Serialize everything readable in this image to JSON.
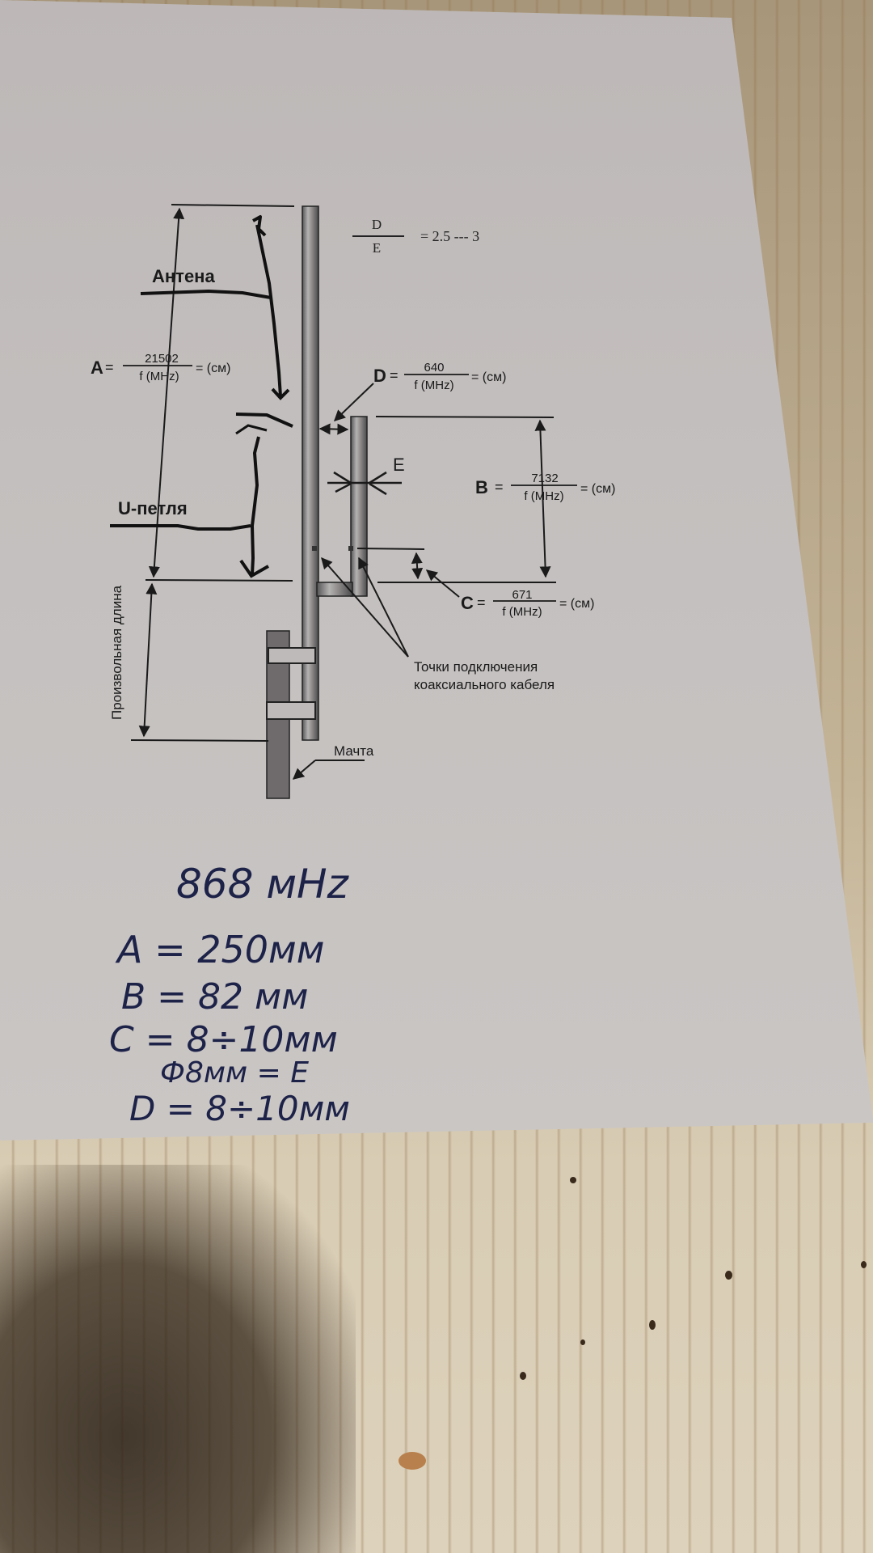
{
  "scene": {
    "description": "Photo of a printed antenna diagram on paper lying on a wooden table, with handwritten dimensions",
    "colors": {
      "paper": "#c3bfbe",
      "wood": "#c8b89c",
      "ink_print": "#1a1a1a",
      "ink_hand": "#1d2248",
      "pipe": "#8c8c8c",
      "mast": "#6e6a6c"
    }
  },
  "diagram": {
    "ratio_formula": {
      "numerator": "D",
      "denominator": "E",
      "value": "= 2.5 --- 3"
    },
    "labels": {
      "antenna": "Антена",
      "u_loop": "U-петля",
      "arbitrary_length": "Произвольная длина",
      "mast": "Мачта",
      "connection_points_line1": "Точки подключения",
      "connection_points_line2": "коаксиального кабеля",
      "e_marker": "E"
    },
    "formulas": [
      {
        "id": "A",
        "letter": "A",
        "numerator": "21502",
        "denominator": "f (MHz)",
        "result": "= (см)"
      },
      {
        "id": "D",
        "letter": "D",
        "numerator": "640",
        "denominator": "f (MHz)",
        "result": "= (см)"
      },
      {
        "id": "B",
        "letter": "B",
        "numerator": "7132",
        "denominator": "f (MHz)",
        "result": "= (см)"
      },
      {
        "id": "C",
        "letter": "C",
        "numerator": "671",
        "denominator": "f (MHz)",
        "result": "= (см)"
      }
    ]
  },
  "handwritten": {
    "frequency": "868 мHz",
    "lines": [
      "A = 250мм",
      "B = 82 мм",
      "C = 8÷10мм",
      "Ф8мм = E",
      "D = 8÷10мм"
    ]
  }
}
